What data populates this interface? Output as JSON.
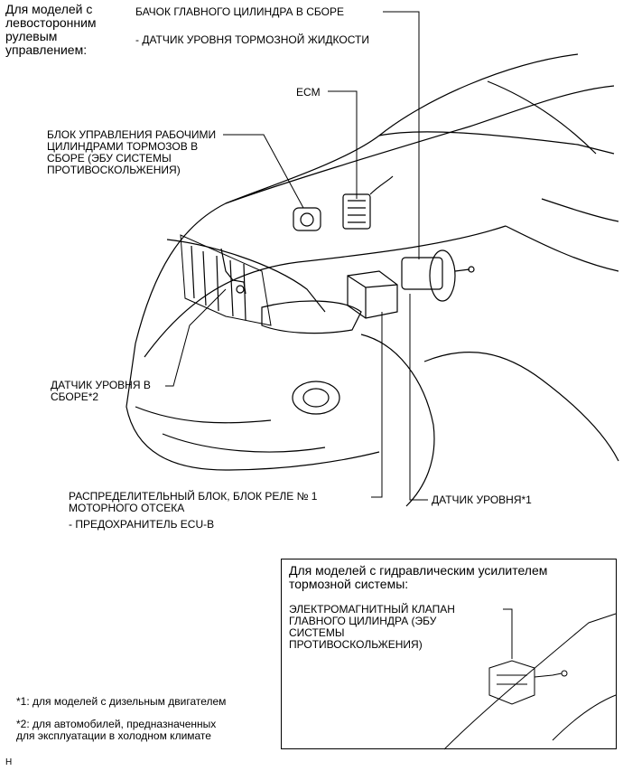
{
  "header": {
    "lhd_note": "Для моделей с\nлевосторонним\nрулевым\nуправлением:"
  },
  "callouts": {
    "master_cylinder": "БАЧОК ГЛАВНОГО ЦИЛИНДРА В СБОРЕ",
    "brake_fluid_sensor": "- ДАТЧИК УРОВНЯ ТОРМОЗНОЙ ЖИДКОСТИ",
    "ecm": "ECM",
    "brake_actuator": "БЛОК УПРАВЛЕНИЯ РАБОЧИМИ\nЦИЛИНДРАМИ ТОРМОЗОВ В\nСБОРЕ (ЭБУ СИСТЕМЫ\nПРОТИВОСКОЛЬЖЕНИЯ)",
    "level_sensor_assy": "ДАТЧИК УРОВНЯ В\nСБОРЕ*2",
    "relay_block": "РАСПРЕДЕЛИТЕЛЬНЫЙ БЛОК, БЛОК РЕЛЕ № 1\nМОТОРНОГО ОТСЕКА",
    "fuse": "- ПРЕДОХРАНИТЕЛЬ ECU-B",
    "level_sensor": "ДАТЧИК УРОВНЯ*1"
  },
  "inset": {
    "title": "Для моделей с гидравлическим усилителем\nтормозной системы:",
    "valve": "ЭЛЕКТРОМАГНИТНЫЙ КЛАПАН\nГЛАВНОГО ЦИЛИНДРА (ЭБУ\nСИСТЕМЫ\nПРОТИВОСКОЛЬЖЕНИЯ)"
  },
  "footnotes": {
    "note1": "*1: для моделей с дизельным двигателем",
    "note2": "*2: для автомобилей, предназначенных\nдля эксплуатации в холодном климате"
  },
  "figure_code": "H"
}
